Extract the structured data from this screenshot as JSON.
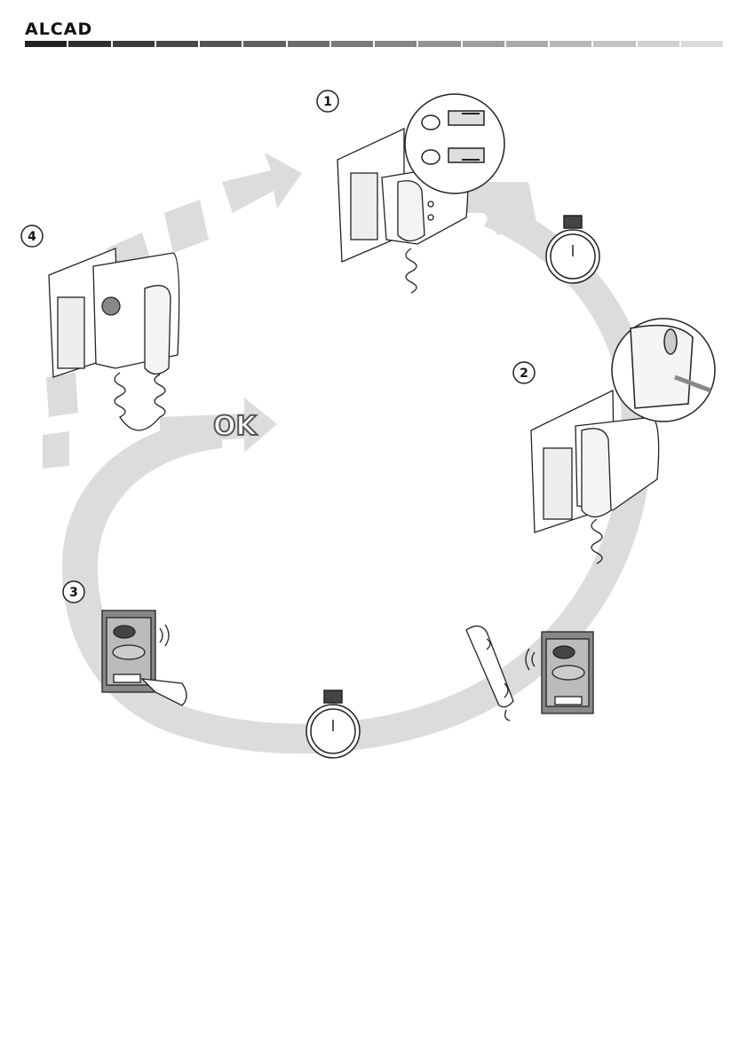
{
  "header": {
    "brand": "ALCAD"
  },
  "colors": {
    "ring": "#dcdcdc",
    "ink": "#222222",
    "bar_dark": "#222222",
    "bar_light": "#dcdcdc"
  },
  "steps": [
    {
      "number": "1"
    },
    {
      "number": "2"
    },
    {
      "number": "3"
    },
    {
      "number": "4"
    }
  ],
  "ok_label": "OK",
  "icons": [
    "intercom-handset-icon",
    "stopwatch-icon",
    "door-panel-icon",
    "hand-icon",
    "switch-detail-icon",
    "coiled-cord-icon"
  ]
}
